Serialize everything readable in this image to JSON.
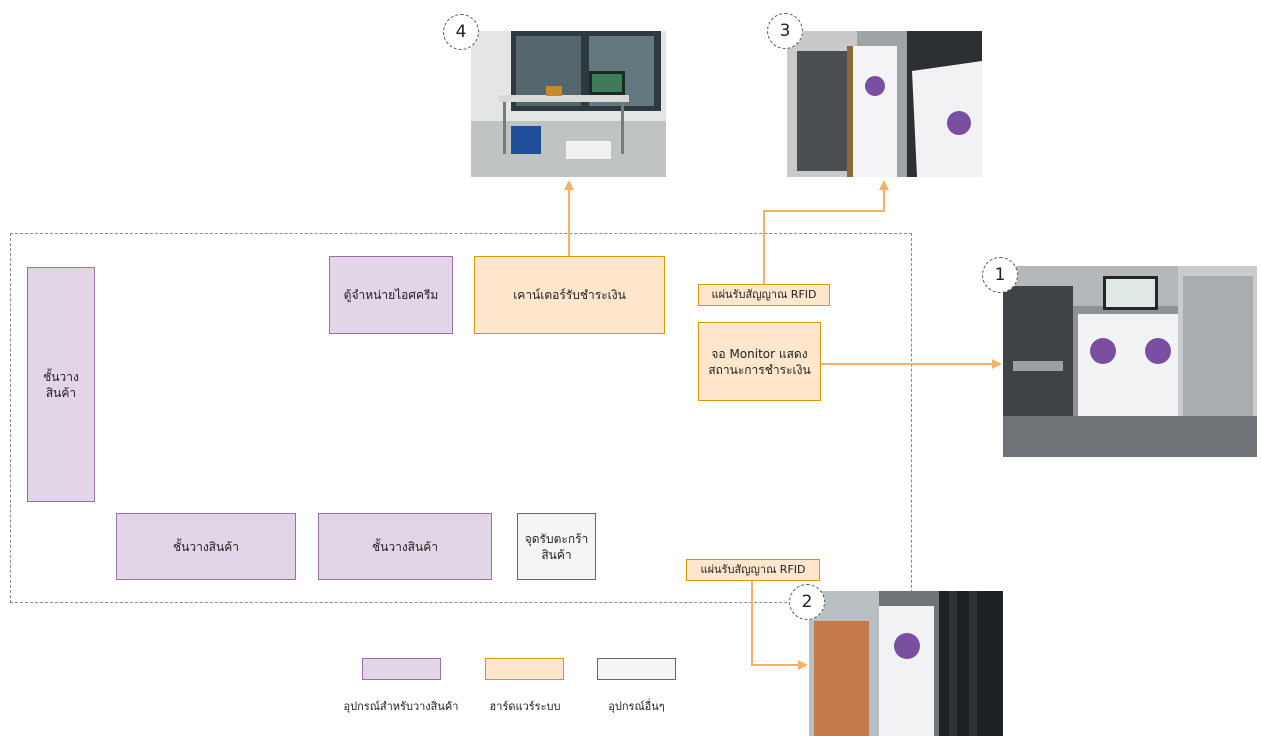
{
  "diagram": {
    "areas": {
      "shelf_left": "ชั้นวาง\nสินค้า",
      "ice_cream_cabinet": "ตู้จำหน่ายไอศครีม",
      "checkout_counter": "เคาน์เตอร์รับชำระเงิน",
      "rfid_reader_top": "แผ่นรับสัญญาณ RFID",
      "monitor": "จอ Monitor แสดง\nสถานะการชำระเงิน",
      "shelf_bottom_1": "ชั้นวางสินค้า",
      "shelf_bottom_2": "ชั้นวางสินค้า",
      "basket_point": "จุดรับตะกร้า\nสินค้า",
      "rfid_reader_bottom": "แผ่นรับสัญญาณ RFID"
    },
    "photo_markers": [
      "1",
      "2",
      "3",
      "4"
    ],
    "legend": {
      "shelf_equipment": "อุปกรณ์สำหรับวางสินค้า",
      "system_hardware": "ฮาร์ดแวร์ระบบ",
      "other_equipment": "อุปกรณ์อื่นๆ"
    },
    "colors": {
      "shelf_fill": "#e1d5e7",
      "shelf_border": "#9673a6",
      "hardware_fill": "#ffe6cc",
      "hardware_border": "#d79b00",
      "other_fill": "#f5f5f5",
      "other_border": "#666666",
      "arrow": "#f5b266"
    }
  }
}
